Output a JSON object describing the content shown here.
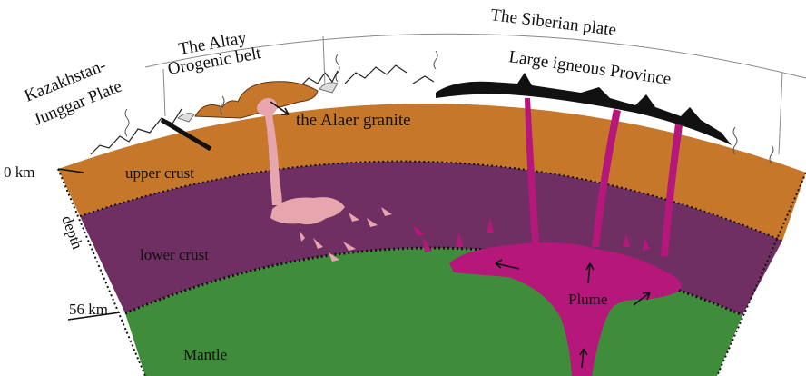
{
  "diagram": {
    "plates": {
      "kazakhstan_line1": "Kazakhstan-",
      "kazakhstan_line2": "Junggar Plate",
      "altay_line1": "The Altay",
      "altay_line2": "Orogenic belt",
      "siberian": "The Siberian plate"
    },
    "features": {
      "lip": "Large igneous Province",
      "alaer": "the Alaer granite",
      "plume": "Plume"
    },
    "layers": {
      "upper_crust": "upper crust",
      "lower_crust": "lower crust",
      "mantle": "Mantle"
    },
    "depth_axis": {
      "top": "0 km",
      "label": "depth",
      "bottom": "56 km"
    },
    "colors": {
      "upper_crust": "#c7772a",
      "lower_crust": "#6f2f63",
      "mantle": "#3f8c3a",
      "magma": "#b5177a",
      "granite": "#e7a6ae",
      "volcanic_cover": "#111111"
    }
  }
}
